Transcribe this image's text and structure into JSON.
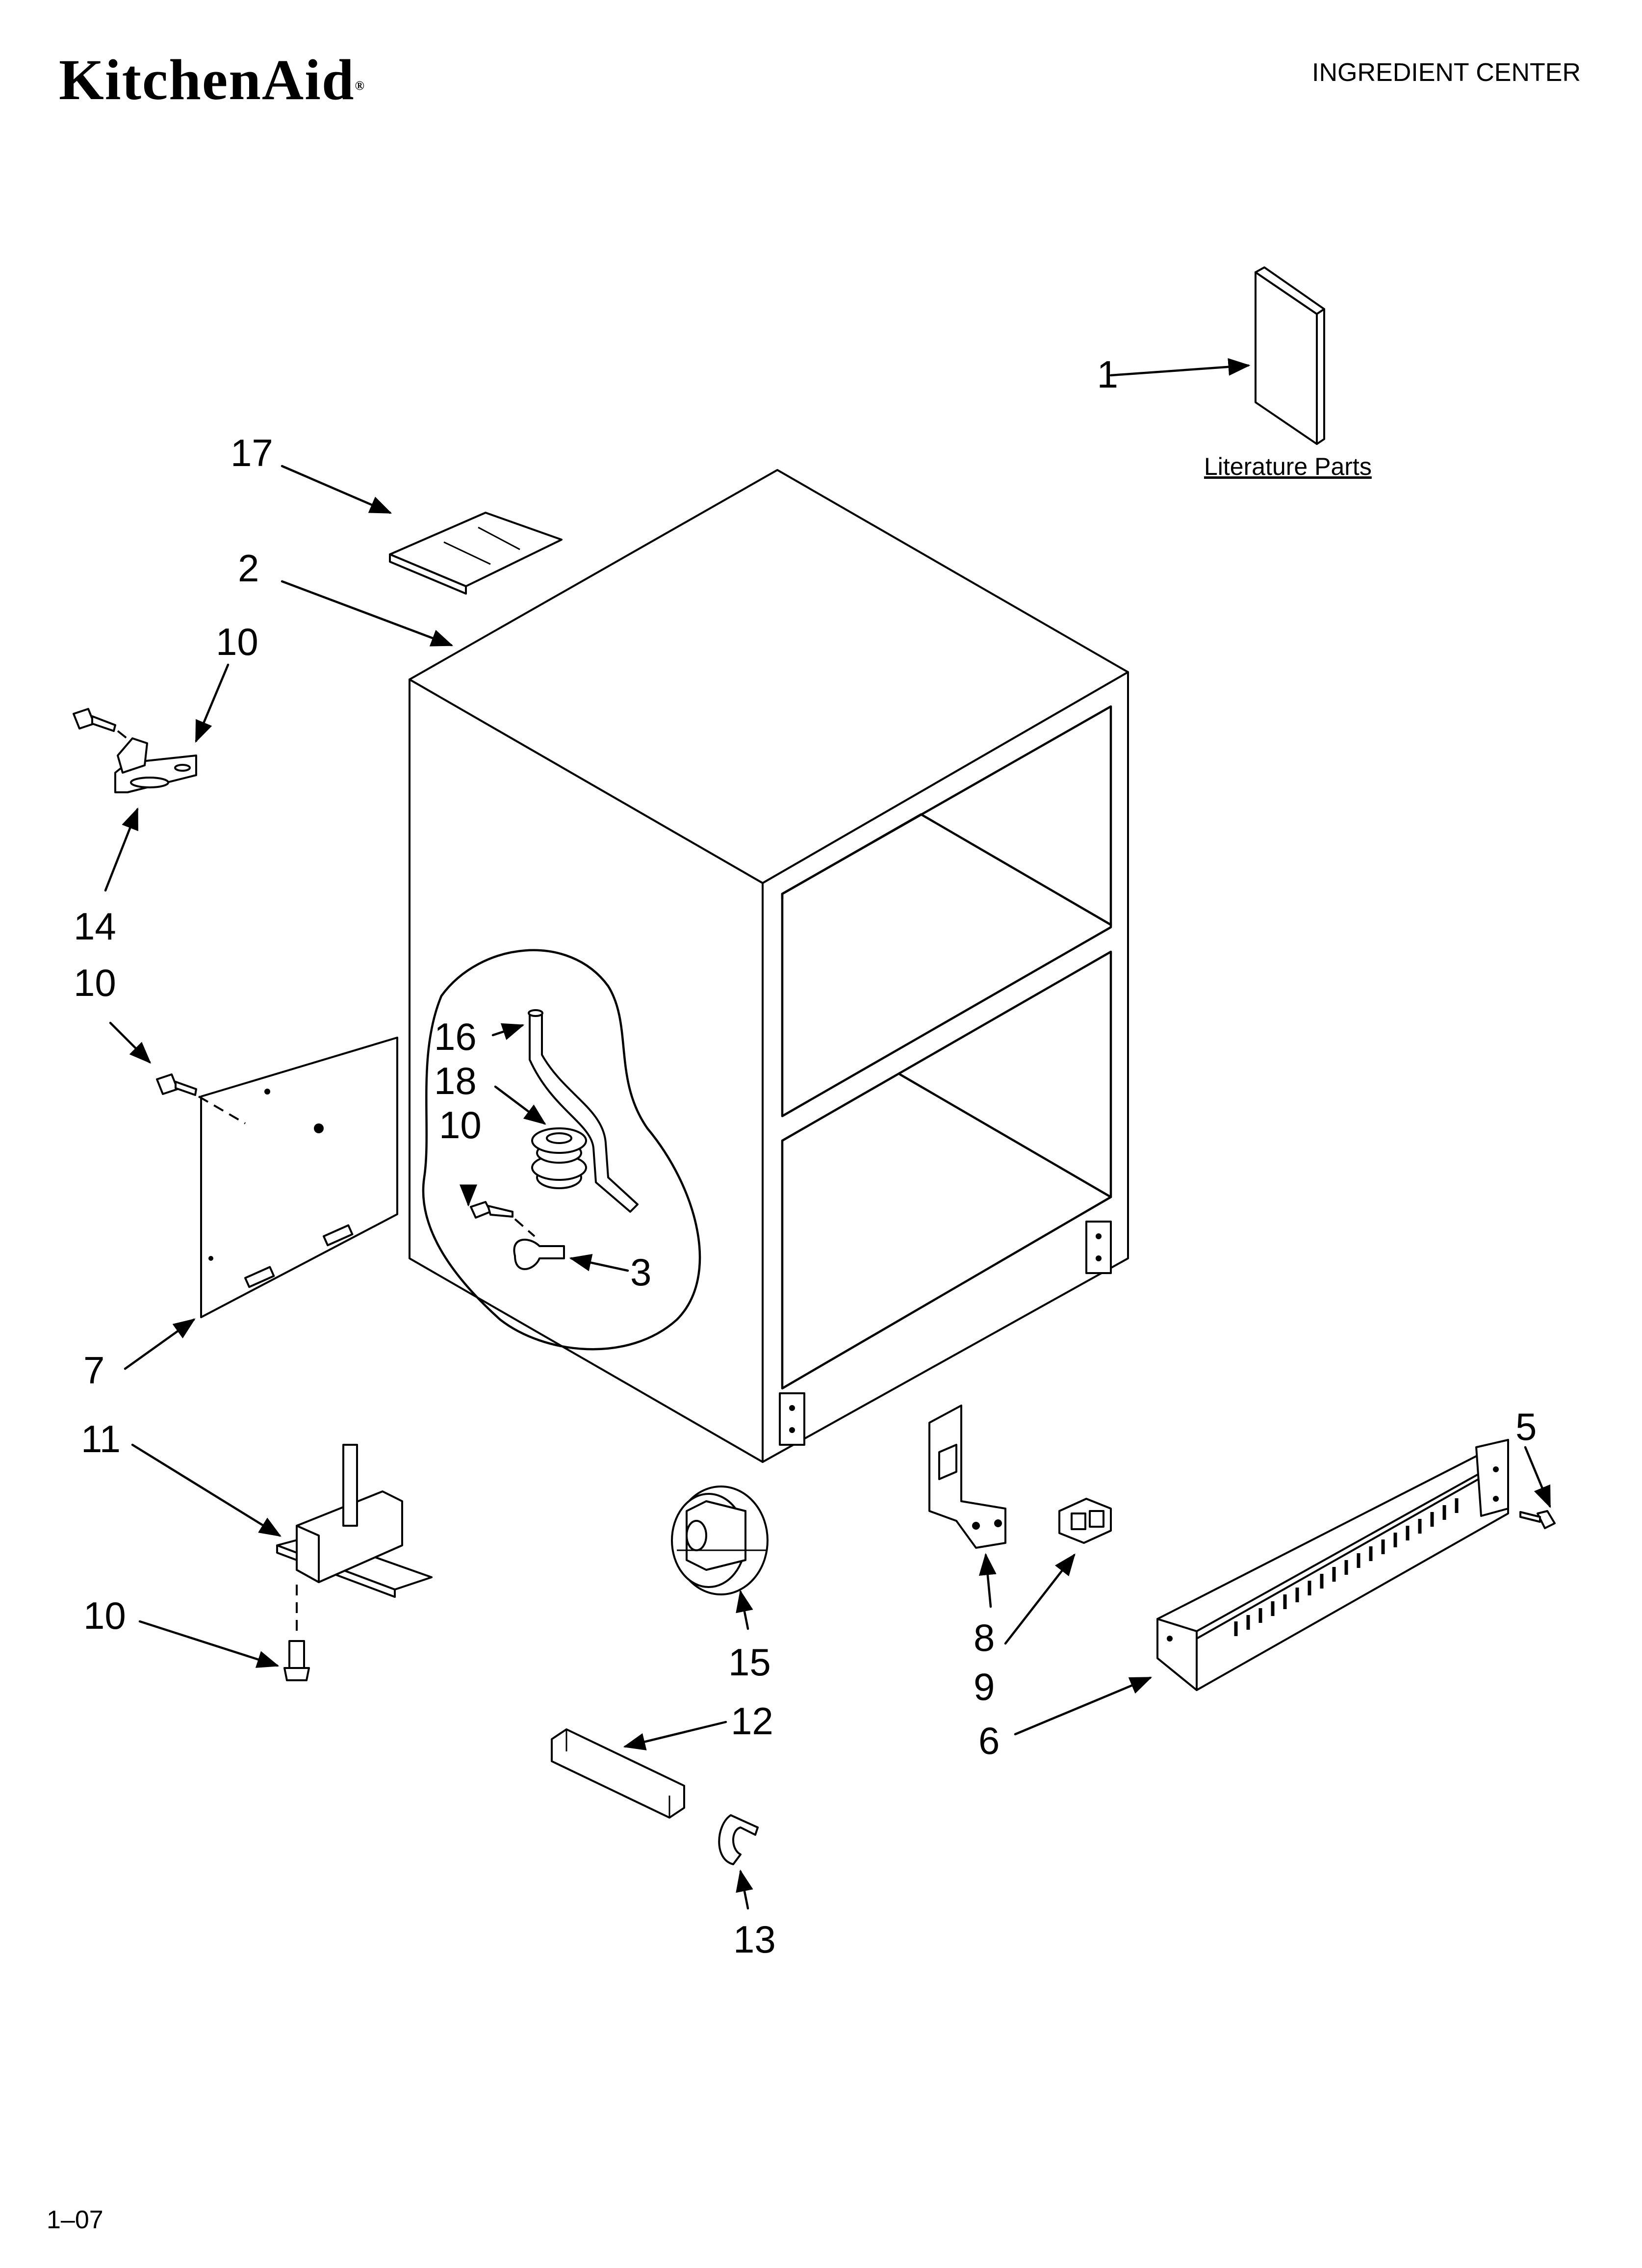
{
  "header": {
    "brand": "KitchenAid",
    "brand_mark": "®",
    "title": "INGREDIENT CENTER"
  },
  "footer": {
    "revision": "1–07"
  },
  "literature": {
    "label": "Literature Parts"
  },
  "callouts": {
    "c1": "1",
    "c17": "17",
    "c2": "2",
    "c10a": "10",
    "c14": "14",
    "c10b": "10",
    "c16": "16",
    "c18": "18",
    "c10c": "10",
    "c3": "3",
    "c7": "7",
    "c11": "11",
    "c10d": "10",
    "c15": "15",
    "c12": "12",
    "c13": "13",
    "c8": "8",
    "c9": "9",
    "c6": "6",
    "c5": "5"
  }
}
